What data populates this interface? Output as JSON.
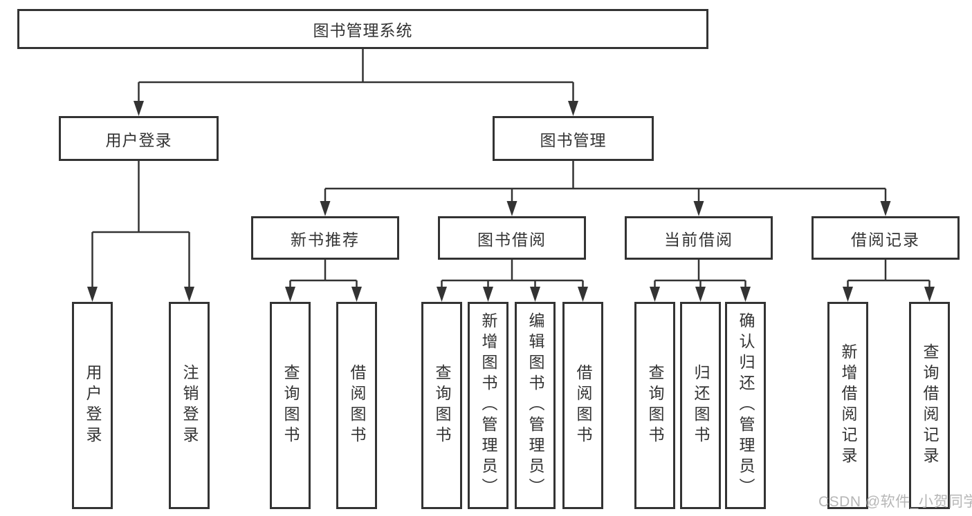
{
  "diagram": {
    "type": "tree",
    "root": {
      "label": "图书管理系统"
    },
    "level2": [
      {
        "label": "用户登录",
        "parent": "图书管理系统"
      },
      {
        "label": "图书管理",
        "parent": "图书管理系统"
      }
    ],
    "level3": [
      {
        "label": "新书推荐",
        "parent": "图书管理"
      },
      {
        "label": "图书借阅",
        "parent": "图书管理"
      },
      {
        "label": "当前借阅",
        "parent": "图书管理"
      },
      {
        "label": "借阅记录",
        "parent": "图书管理"
      }
    ],
    "leaves": [
      {
        "label": "用户登录",
        "parent": "用户登录"
      },
      {
        "label": "注销登录",
        "parent": "用户登录"
      },
      {
        "label": "查询图书",
        "parent": "新书推荐"
      },
      {
        "label": "借阅图书",
        "parent": "新书推荐"
      },
      {
        "label": "查询图书",
        "parent": "图书借阅"
      },
      {
        "label": "新增图书（管理员）",
        "parent": "图书借阅"
      },
      {
        "label": "编辑图书（管理员）",
        "parent": "图书借阅"
      },
      {
        "label": "借阅图书",
        "parent": "图书借阅"
      },
      {
        "label": "查询图书",
        "parent": "当前借阅"
      },
      {
        "label": "归还图书",
        "parent": "当前借阅"
      },
      {
        "label": "确认归还（管理员）",
        "parent": "当前借阅"
      },
      {
        "label": "新增借阅记录",
        "parent": "借阅记录"
      },
      {
        "label": "查询借阅记录",
        "parent": "借阅记录"
      }
    ],
    "watermark": "CSDN @软件_小贺同学",
    "colors": {
      "line": "#333333",
      "border": "#333333",
      "text": "#333333",
      "watermark": "#b3b3b3",
      "background": "#ffffff"
    }
  }
}
